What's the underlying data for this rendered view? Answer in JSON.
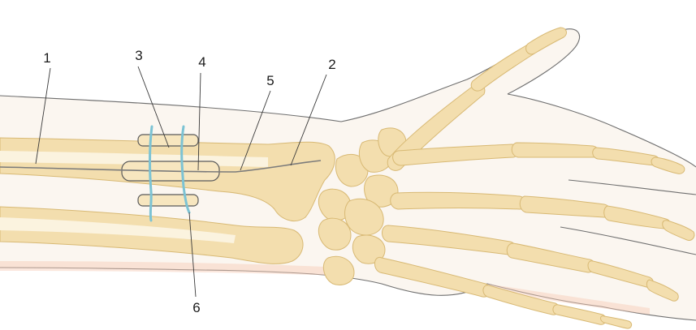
{
  "figure": {
    "labels": [
      "1",
      "2",
      "3",
      "4",
      "5",
      "6"
    ],
    "colors": {
      "skin": "#fbf6f0",
      "bone": "#f3deae",
      "bone_outline": "#d8b974",
      "suture": "#7cc3d4",
      "tissue": "#f6c9b4"
    }
  }
}
